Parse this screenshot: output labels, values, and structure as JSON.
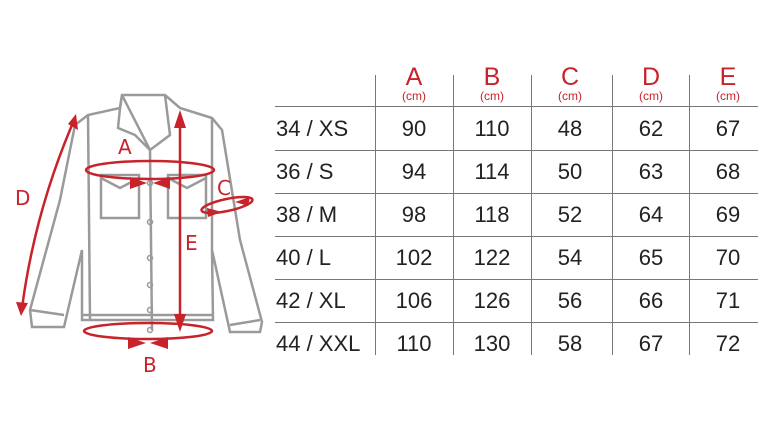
{
  "diagram": {
    "labels": {
      "a": "A",
      "b": "B",
      "c": "C",
      "d": "D",
      "e": "E"
    },
    "colors": {
      "accent": "#c8232b",
      "outline": "#9a9a9a"
    }
  },
  "table": {
    "columns": [
      {
        "letter": "A",
        "unit": "(cm)"
      },
      {
        "letter": "B",
        "unit": "(cm)"
      },
      {
        "letter": "C",
        "unit": "(cm)"
      },
      {
        "letter": "D",
        "unit": "(cm)"
      },
      {
        "letter": "E",
        "unit": "(cm)"
      }
    ],
    "rows": [
      {
        "size": "34 / XS",
        "values": [
          "90",
          "110",
          "48",
          "62",
          "67"
        ]
      },
      {
        "size": "36 / S",
        "values": [
          "94",
          "114",
          "50",
          "63",
          "68"
        ]
      },
      {
        "size": "38 / M",
        "values": [
          "98",
          "118",
          "52",
          "64",
          "69"
        ]
      },
      {
        "size": "40 / L",
        "values": [
          "102",
          "122",
          "54",
          "65",
          "70"
        ]
      },
      {
        "size": "42 / XL",
        "values": [
          "106",
          "126",
          "56",
          "66",
          "71"
        ]
      },
      {
        "size": "44 / XXL",
        "values": [
          "110",
          "130",
          "58",
          "67",
          "72"
        ]
      }
    ]
  }
}
